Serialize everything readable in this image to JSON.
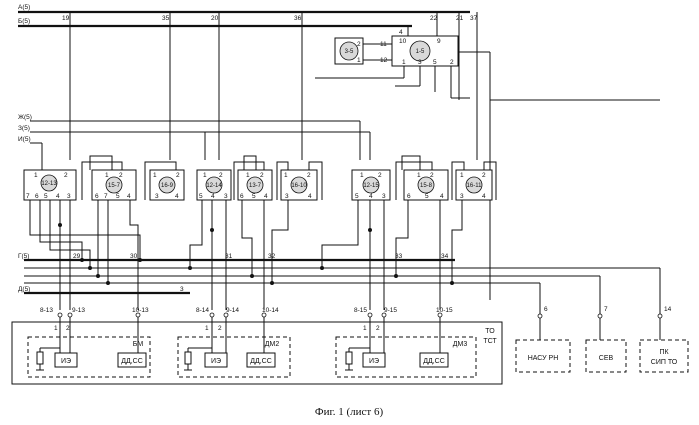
{
  "buses": {
    "a": "А(5)",
    "b": "Б(5)",
    "zh": "Ж(5)",
    "z": "З(5)",
    "i": "И(5)",
    "g": "Г(5)",
    "d": "Д(5)"
  },
  "top_wires": {
    "w19": "19",
    "w35": "35",
    "w20": "20",
    "w36": "36",
    "w22": "22",
    "w21": "21",
    "w37": "37"
  },
  "top_units": {
    "u35": "3-5",
    "u15": "1-5",
    "pins35": [
      "2",
      "1"
    ],
    "pins_mid": [
      "11",
      "12"
    ],
    "pins15_top": [
      "4",
      "10",
      "9"
    ],
    "pins15_bottom": [
      "1",
      "3",
      "5",
      "2"
    ]
  },
  "modules": [
    {
      "label": "12-13",
      "pins_top": [
        "1",
        "2"
      ],
      "pins_bottom": [
        "7",
        "6",
        "5",
        "4",
        "3"
      ]
    },
    {
      "label": "15-7",
      "pins_top": [
        "1",
        "2"
      ],
      "pins_bottom": [
        "6",
        "7",
        "5",
        "4"
      ]
    },
    {
      "label": "16-9",
      "pins_top": [
        "1",
        "2"
      ],
      "pins_bottom": [
        "3",
        "4"
      ]
    },
    {
      "label": "12-14",
      "pins_top": [
        "1",
        "2"
      ],
      "pins_bottom": [
        "5",
        "4",
        "3"
      ]
    },
    {
      "label": "13-7",
      "pins_top": [
        "1",
        "2"
      ],
      "pins_bottom": [
        "6",
        "5",
        "4"
      ]
    },
    {
      "label": "16-10",
      "pins_top": [
        "1",
        "2"
      ],
      "pins_bottom": [
        "3",
        "4"
      ]
    },
    {
      "label": "12-15",
      "pins_top": [
        "1",
        "2"
      ],
      "pins_bottom": [
        "5",
        "4",
        "3"
      ]
    },
    {
      "label": "15-8",
      "pins_top": [
        "1",
        "2"
      ],
      "pins_bottom": [
        "6",
        "5",
        "4"
      ]
    },
    {
      "label": "16-11",
      "pins_top": [
        "1",
        "2"
      ],
      "pins_bottom": [
        "3",
        "4"
      ]
    }
  ],
  "mid_wires": {
    "w29": "29",
    "w30": "30",
    "w31": "31",
    "w32": "32",
    "w33": "33",
    "w34": "34",
    "w3": "3"
  },
  "connectors": [
    {
      "a": "8-13",
      "b": "9-13",
      "c": "10-13",
      "p1": "1",
      "p2": "2"
    },
    {
      "a": "8-14",
      "b": "9-14",
      "c": "10-14",
      "p1": "1",
      "p2": "2"
    },
    {
      "a": "8-15",
      "b": "9-15",
      "c": "10-15",
      "p1": "1",
      "p2": "2"
    }
  ],
  "blocks": [
    {
      "name": "БМ",
      "ie": "ИЭ",
      "dd": "ДД,СС"
    },
    {
      "name": "ДМ2",
      "ie": "ИЭ",
      "dd": "ДД,СС"
    },
    {
      "name": "ДМ3",
      "ie": "ИЭ",
      "dd": "ДД,СС"
    }
  ],
  "tst": {
    "to": "ТО",
    "tst": "ТСТ"
  },
  "right_blocks": {
    "nasu": "НАСУ РН",
    "sev": "СЕВ",
    "pk1": "ПК",
    "pk2": "СИП ТО",
    "n6": "6",
    "n7": "7",
    "n14": "14"
  },
  "caption": "Фиг. 1 (лист 6)"
}
